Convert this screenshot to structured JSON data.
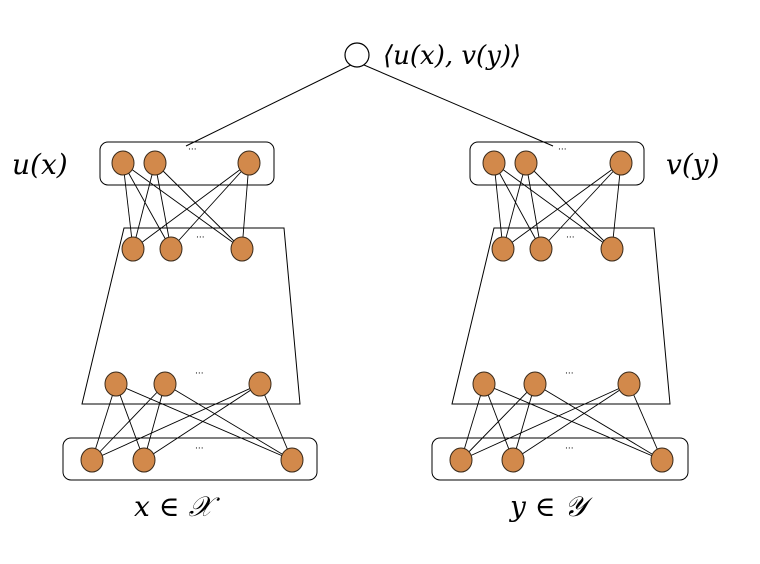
{
  "labels": {
    "output": "⟨u(x), v(y)⟩",
    "left_embedding": "u(x)",
    "right_embedding": "v(y)",
    "left_input": "x ∈ 𝒳",
    "right_input": "y ∈ 𝒴",
    "ellipsis": "···"
  },
  "colors": {
    "neuron_fill": "#d2894b",
    "neuron_stroke": "#3a2a1a",
    "line": "#000000",
    "output_node_fill": "#ffffff"
  },
  "icons": {
    "neuron": "filled-circle",
    "output_node": "hollow-circle"
  }
}
